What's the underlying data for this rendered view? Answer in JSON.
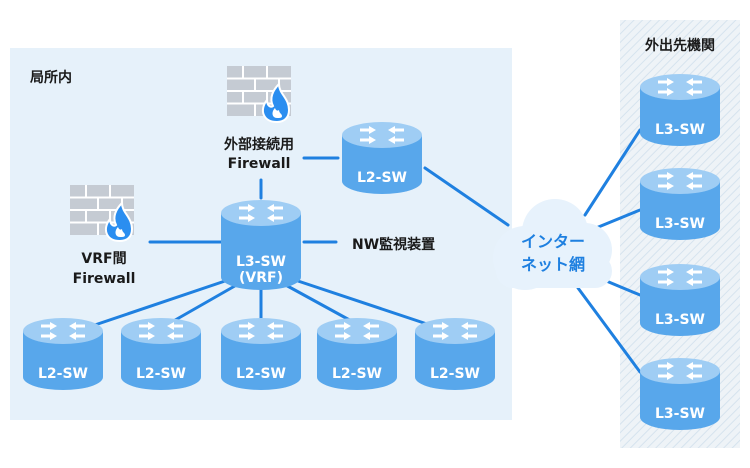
{
  "colors": {
    "region_bg": "#e6f1fa",
    "hatch_bg": "#eef3f7",
    "link": "#1f80e0",
    "device_body": "#58a7eb",
    "device_top": "#9fcdf4",
    "cloud_fill": "#e7f2fc",
    "cloud_text": "#1f80e0",
    "brick": "#c5cbd3",
    "flame": "#2b8ef0"
  },
  "regions": {
    "internal_label": "局所内",
    "external_label": "外出先機関"
  },
  "firewalls": {
    "external": {
      "line1": "外部接続用",
      "line2": "Firewall",
      "icon": "firewall-icon"
    },
    "vrf": {
      "line1": "VRF間",
      "line2": "Firewall",
      "icon": "firewall-icon"
    }
  },
  "core": {
    "line1": "L3-SW",
    "line2": "(VRF)",
    "icon": "router-icon"
  },
  "nw_monitor": "NW監視装置",
  "edge_switch": {
    "label": "L2-SW"
  },
  "l2_switches": [
    "L2-SW",
    "L2-SW",
    "L2-SW",
    "L2-SW",
    "L2-SW"
  ],
  "cloud": {
    "line1": "インター",
    "line2": "ネット網",
    "icon": "cloud-icon"
  },
  "remote_switches": [
    "L3-SW",
    "L3-SW",
    "L3-SW",
    "L3-SW"
  ]
}
